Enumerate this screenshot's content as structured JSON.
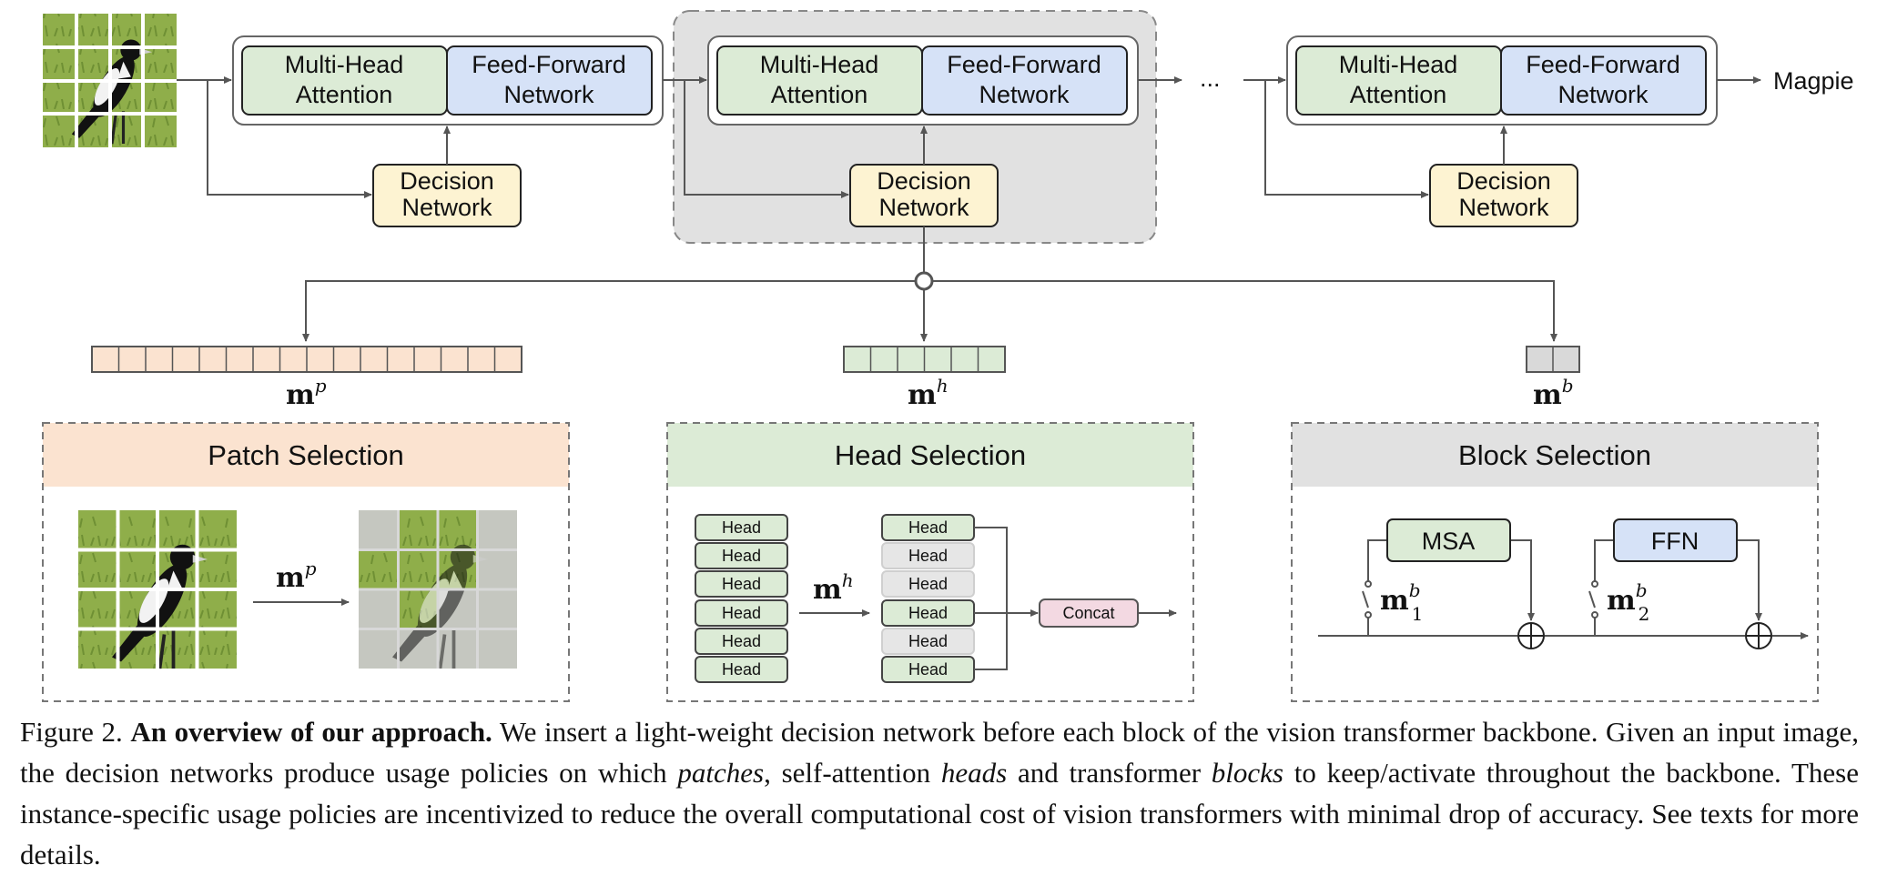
{
  "diagram": {
    "blocks": [
      {
        "attention": [
          "Multi-Head",
          "Attention"
        ],
        "ffn": [
          "Feed-Forward",
          "Network"
        ],
        "decision": [
          "Decision",
          "Network"
        ]
      },
      {
        "attention": [
          "Multi-Head",
          "Attention"
        ],
        "ffn": [
          "Feed-Forward",
          "Network"
        ],
        "decision": [
          "Decision",
          "Network"
        ]
      },
      {
        "attention": [
          "Multi-Head",
          "Attention"
        ],
        "ffn": [
          "Feed-Forward",
          "Network"
        ],
        "decision": [
          "Decision",
          "Network"
        ]
      }
    ],
    "ellipsis": "...",
    "output_label": "Magpie",
    "masks": {
      "patch": {
        "base": "m",
        "sup": "p"
      },
      "head": {
        "base": "m",
        "sup": "h"
      },
      "block": {
        "base": "m",
        "sup": "b"
      }
    },
    "panels": {
      "patch": {
        "title": "Patch Selection"
      },
      "head": {
        "title": "Head Selection",
        "head_label": "Head",
        "concat_label": "Concat",
        "active_heads": [
          true,
          false,
          false,
          true,
          false,
          true
        ]
      },
      "block": {
        "title": "Block Selection",
        "msa_label": "MSA",
        "ffn_label": "FFN",
        "switch1": {
          "base": "m",
          "sup": "b",
          "sub": "1"
        },
        "switch2": {
          "base": "m",
          "sup": "b",
          "sub": "2"
        }
      }
    },
    "colors": {
      "attention_fill": "#dcebd6",
      "ffn_fill": "#d6e2f7",
      "decision_fill": "#fdf3d2",
      "patch_mask_fill": "#fbe3d0",
      "head_mask_fill": "#dcebd6",
      "block_mask_fill": "#d9d9d9",
      "highlight_bg": "#e1e1e1",
      "concat_fill": "#f3d9e2"
    }
  },
  "caption": {
    "figure_label": "Figure 2.",
    "bold_title": "An overview of our approach.",
    "segments": [
      {
        "text": " We insert a light-weight decision network before each block of the vision transformer backbone. Given an input image, the decision networks produce usage policies on which ",
        "style": "normal"
      },
      {
        "text": "patches",
        "style": "italic"
      },
      {
        "text": ", self-attention ",
        "style": "normal"
      },
      {
        "text": "heads",
        "style": "italic"
      },
      {
        "text": " and transformer ",
        "style": "normal"
      },
      {
        "text": "blocks",
        "style": "italic"
      },
      {
        "text": " to keep/activate throughout the backbone. These instance-specific usage policies are incentivized to reduce the overall computational cost of vision transformers with minimal drop of accuracy. See texts for more details.",
        "style": "normal"
      }
    ]
  }
}
